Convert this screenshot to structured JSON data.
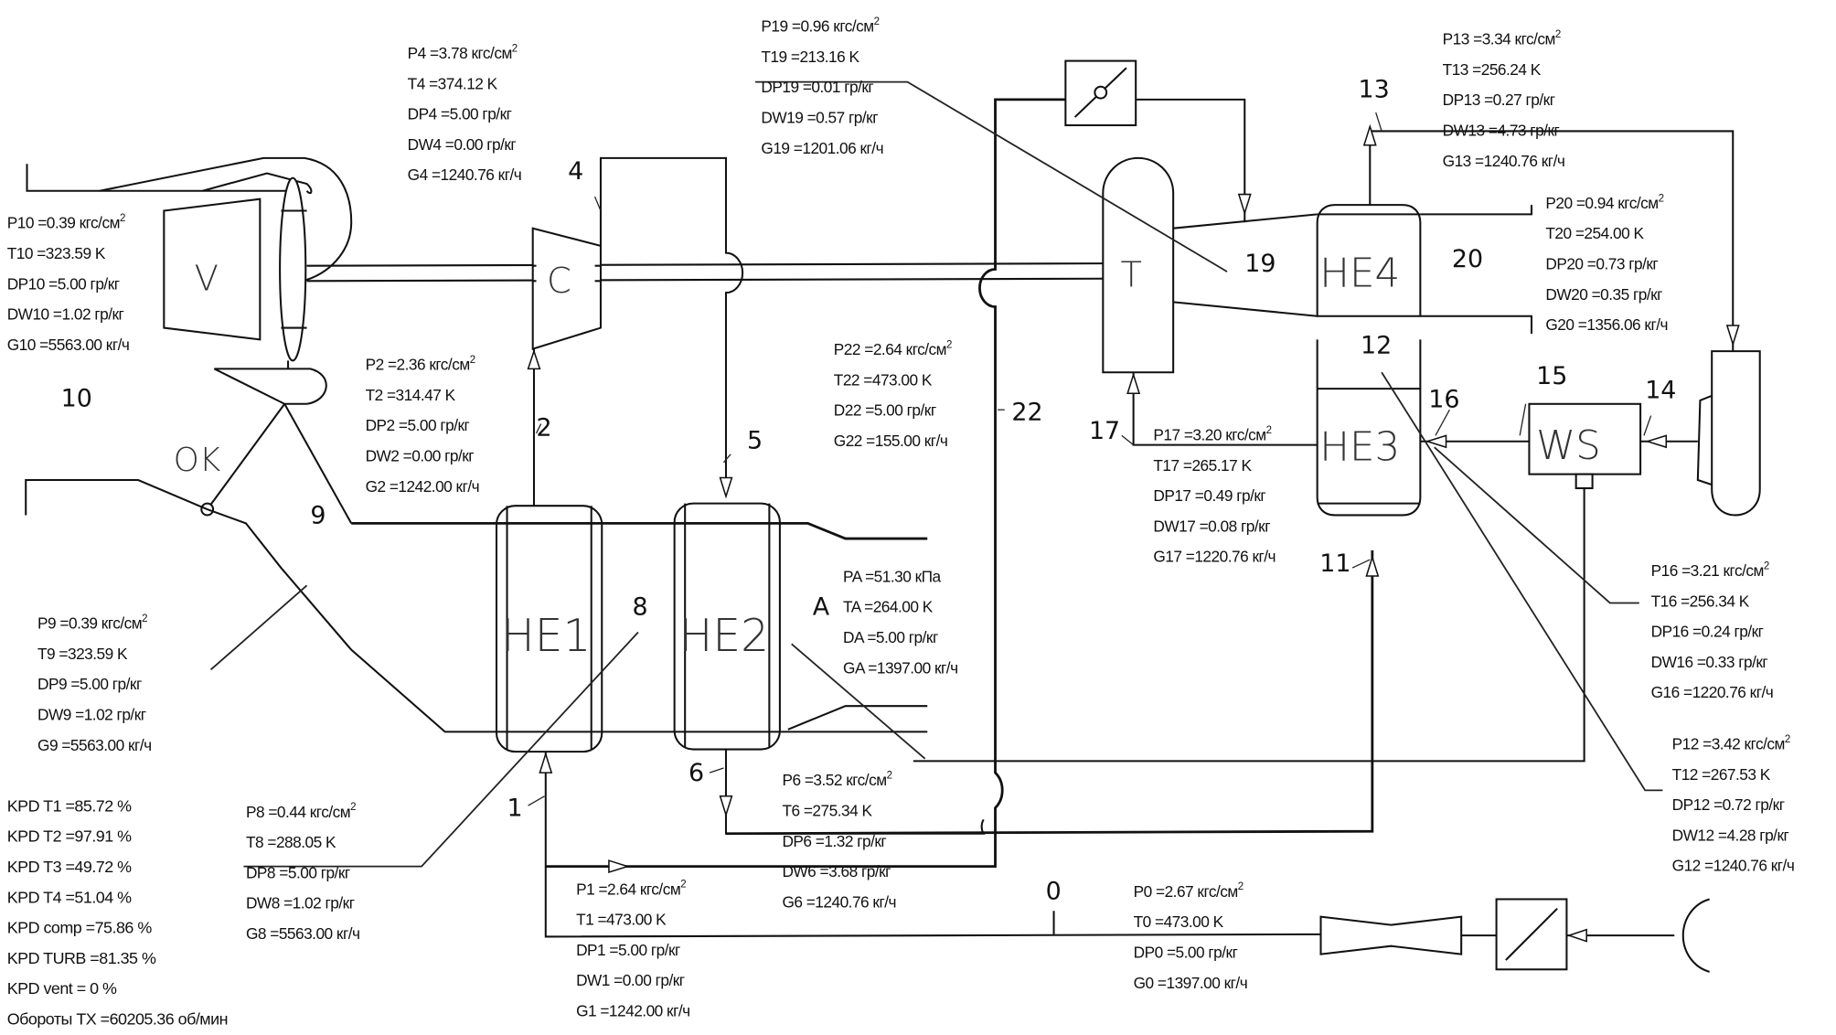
{
  "diagram": {
    "title": "",
    "components": {
      "ventilator": "V",
      "compressor": "C",
      "turbine": "T",
      "cooler": "OK",
      "he1": "HE1",
      "he2": "HE2",
      "he3": "HE3",
      "he4": "HE4",
      "water_separator": "WS"
    },
    "node_labels": {
      "n0": "0",
      "n1": "1",
      "n2": "2",
      "n4": "4",
      "n5": "5",
      "n6": "6",
      "n8": "8",
      "n9": "9",
      "n10": "10",
      "n11": "11",
      "n12": "12",
      "n13": "13",
      "n14": "14",
      "n15": "15",
      "n16": "16",
      "n17": "17",
      "n19": "19",
      "n20": "20",
      "n22": "22",
      "nA": "A"
    },
    "points": {
      "p4": [
        "P4 =3.78 кгс/см",
        "T4 =374.12 K",
        "DP4 =5.00 гр/кг",
        "DW4 =0.00 гр/кг",
        "G4 =1240.76 кг/ч"
      ],
      "p19": [
        "P19 =0.96 кгс/см",
        "T19 =213.16 K",
        "DP19 =0.01 гр/кг",
        "DW19 =0.57 гр/кг",
        "G19 =1201.06 кг/ч"
      ],
      "p13": [
        "P13 =3.34 кгс/см",
        "T13 =256.24 K",
        "DP13 =0.27 гр/кг",
        "DW13 =4.73 гр/кг",
        "G13 =1240.76 кг/ч"
      ],
      "p10": [
        "P10 =0.39 кгс/см",
        "T10 =323.59 K",
        "DP10 =5.00 гр/кг",
        "DW10 =1.02 гр/кг",
        "G10 =5563.00 кг/ч"
      ],
      "p20": [
        "P20 =0.94 кгс/см",
        "T20 =254.00 K",
        "DP20 =0.73 гр/кг",
        "DW20 =0.35 гр/кг",
        "G20 =1356.06 кг/ч"
      ],
      "p2": [
        "P2 =2.36 кгс/см",
        "T2 =314.47 K",
        "DP2 =5.00 гр/кг",
        "DW2 =0.00 гр/кг",
        "G2 =1242.00 кг/ч"
      ],
      "p22": [
        "P22 =2.64 кгс/см",
        "T22 =473.00 K",
        "D22 =5.00 гр/кг",
        "G22 =155.00 кг/ч"
      ],
      "p17": [
        "P17 =3.20 кгс/см",
        "T17 =265.17 K",
        "DP17 =0.49 гр/кг",
        "DW17 =0.08 гр/кг",
        "G17 =1220.76 кг/ч"
      ],
      "pA": [
        "PA =51.30 кПа",
        "TA =264.00 K",
        "DA =5.00 гр/кг",
        "GA =1397.00 кг/ч"
      ],
      "p9": [
        "P9 =0.39 кгс/см",
        "T9 =323.59 K",
        "DP9 =5.00 гр/кг",
        "DW9 =1.02 гр/кг",
        "G9 =5563.00 кг/ч"
      ],
      "p16": [
        "P16 =3.21 кгс/см",
        "T16 =256.34 K",
        "DP16 =0.24 гр/кг",
        "DW16 =0.33 гр/кг",
        "G16 =1220.76 кг/ч"
      ],
      "p12": [
        "P12 =3.42 кгс/см",
        "T12 =267.53 K",
        "DP12 =0.72 гр/кг",
        "DW12 =4.28 гр/кг",
        "G12 =1240.76 кг/ч"
      ],
      "p8": [
        "P8 =0.44 кгс/см",
        "T8 =288.05 K",
        "DP8 =5.00 гр/кг",
        "DW8 =1.02 гр/кг",
        "G8 =5563.00 кг/ч"
      ],
      "p6": [
        "P6 =3.52 кгс/см",
        "T6 =275.34 K",
        "DP6 =1.32 гр/кг",
        "DW6 =3.68 гр/кг",
        "G6 =1240.76 кг/ч"
      ],
      "p1": [
        "P1 =2.64 кгс/см",
        "T1 =473.00 K",
        "DP1 =5.00 гр/кг",
        "DW1 =0.00 гр/кг",
        "G1 =1242.00 кг/ч"
      ],
      "p0": [
        "P0 =2.67 кгс/см",
        "T0 =473.00 K",
        "DP0 =5.00 гр/кг",
        "G0 =1397.00 кг/ч"
      ]
    },
    "superscript": "2",
    "efficiency": [
      "KPD T1 =85.72 %",
      "KPD T2 =97.91 %",
      "KPD T3 =49.72 %",
      "KPD T4 =51.04 %",
      "KPD comp =75.86 %",
      "KPD TURB =81.35 %",
      "KPD vent = 0 %",
      "Обороты ТХ =60205.36 об/мин"
    ]
  }
}
